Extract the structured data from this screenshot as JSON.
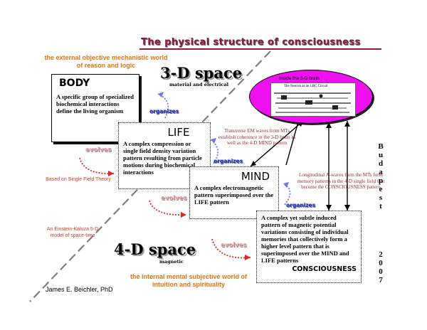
{
  "title": "The physical structure of consciousness",
  "external_world": "the external objective mechanistic world of reason and logic",
  "internal_world": "the internal mental subjective world of intuition and spirituality",
  "space3d": {
    "label": "3-D space",
    "sub": "material and electrical"
  },
  "space4d": {
    "label": "4-D space",
    "sub": "magnetic"
  },
  "body": {
    "title": "BODY",
    "text": "A specific group of specialized biochemical interactions define the living organism"
  },
  "life": {
    "title": "LIFE",
    "text": "A complex compression or single field density variation pattern resulting from particle motions during biochemical interactions"
  },
  "mind": {
    "title": "MIND",
    "text": "A complex electromagnetic pattern superimposed over the LIFE pattern"
  },
  "consciousness": {
    "title": "CONSCIOUSNESS",
    "text": "A complex yet subtle induced pattern of magnetic potential variations consisting of individual memories that collectively form a higher level pattern that is superimposed over the MIND and LIFE patterns"
  },
  "organize_labels": [
    "organizes",
    "organizes",
    "organizes"
  ],
  "evolves_labels": [
    "evolves",
    "evolves",
    "evolves"
  ],
  "brain": {
    "title": "Inside the 3-D brain",
    "caption": "The Neuron as an LRC Circuit"
  },
  "annotations": {
    "transverse": "Transverse EM waves from MTs establish coherence in the 3-D brain as well as the 4-D MIND pattern",
    "longitudinal": "Longitudinal A-waves from the MTs form memory patterns in the 4-D single field that become the CONSCIOUSNESS pattern"
  },
  "left_notes": {
    "single_field": "Based on Single Field Theory",
    "kaluza": "An Einstein-Kaluza 5-D model of space-time"
  },
  "city_letters": [
    "B",
    "u",
    "d",
    "a",
    "p",
    "e",
    "s",
    "t"
  ],
  "year_digits": [
    "2",
    "0",
    "0",
    "7"
  ],
  "author": "James E. Beichler, PhD",
  "colors": {
    "title": "#8a1c3c",
    "orange": "#e0740f",
    "organize": "#1b2bd6",
    "evolves": "#f2a6b0",
    "brain": "#ee10ee"
  }
}
